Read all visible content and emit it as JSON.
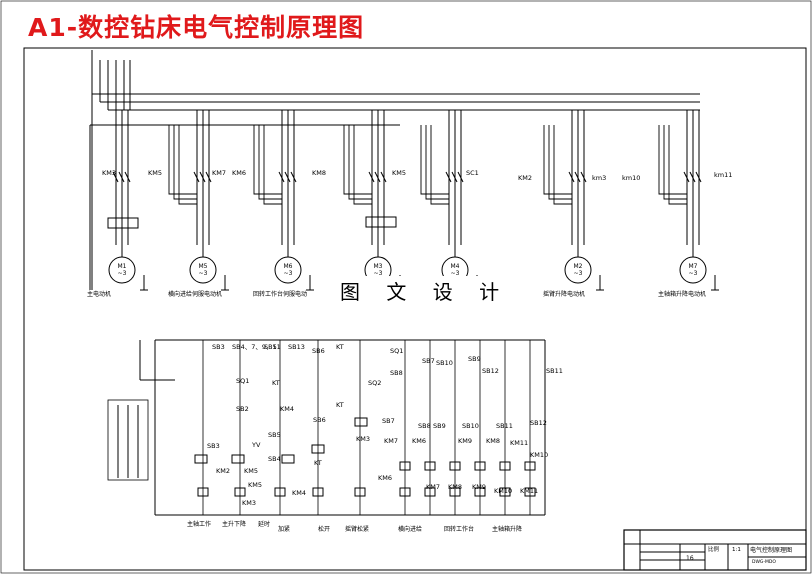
{
  "title": "A1-数控钻床电气控制原理图",
  "watermark": "图 文 设 计",
  "main_circuit": {
    "contactors": [
      "KM3",
      "KM5",
      "KM7",
      "KM6",
      "KM8",
      "KM5",
      "SC1",
      "KM2",
      "km3",
      "km10",
      "km11"
    ],
    "motors": [
      {
        "name": "M1",
        "phase": "~3",
        "caption": "主电动机"
      },
      {
        "name": "M5",
        "phase": "~3",
        "caption": "横向进给伺服电动机"
      },
      {
        "name": "M6",
        "phase": "~3",
        "caption": "回转工作台伺服电动"
      },
      {
        "name": "M3",
        "phase": "~3",
        "caption": ""
      },
      {
        "name": "M4",
        "phase": "~3",
        "caption": ""
      },
      {
        "name": "M2",
        "phase": "~3",
        "caption": "摇臂升降电动机"
      },
      {
        "name": "M7",
        "phase": "~3",
        "caption": "主轴箱升降电动机"
      }
    ]
  },
  "control_circuit": {
    "labels": [
      "SB3",
      "SB4、7、9、11",
      "SB5",
      "SB13",
      "SB6",
      "KT",
      "SQ1",
      "SQ1",
      "KT",
      "SB5",
      "SQ2",
      "SB2",
      "KM4",
      "SB6",
      "KT",
      "SB4",
      "SB3",
      "YV",
      "KM3",
      "KM2",
      "KM5",
      "KT",
      "KM5",
      "KM4",
      "KM3",
      "SB8",
      "SB7",
      "SB10",
      "SB9",
      "SB12",
      "SB11",
      "SB7",
      "SB8",
      "SB9",
      "SB10",
      "SB11",
      "SB12",
      "KM7",
      "KM6",
      "KM9",
      "KM8",
      "KM11",
      "KM10",
      "KM6",
      "KM7",
      "KM8",
      "KM9",
      "KM10",
      "KM11"
    ],
    "captions": [
      "主轴工作",
      "主升下降",
      "延时",
      "加紧",
      "松开",
      "摇臂松紧",
      "横向进给",
      "回转工作台",
      "主轴箱升降"
    ]
  },
  "title_block": {
    "scale_label": "比例",
    "scale": "1:1",
    "drawing_name": "电气控制原理图",
    "sheet": "16",
    "code": "DWG-MDO"
  }
}
